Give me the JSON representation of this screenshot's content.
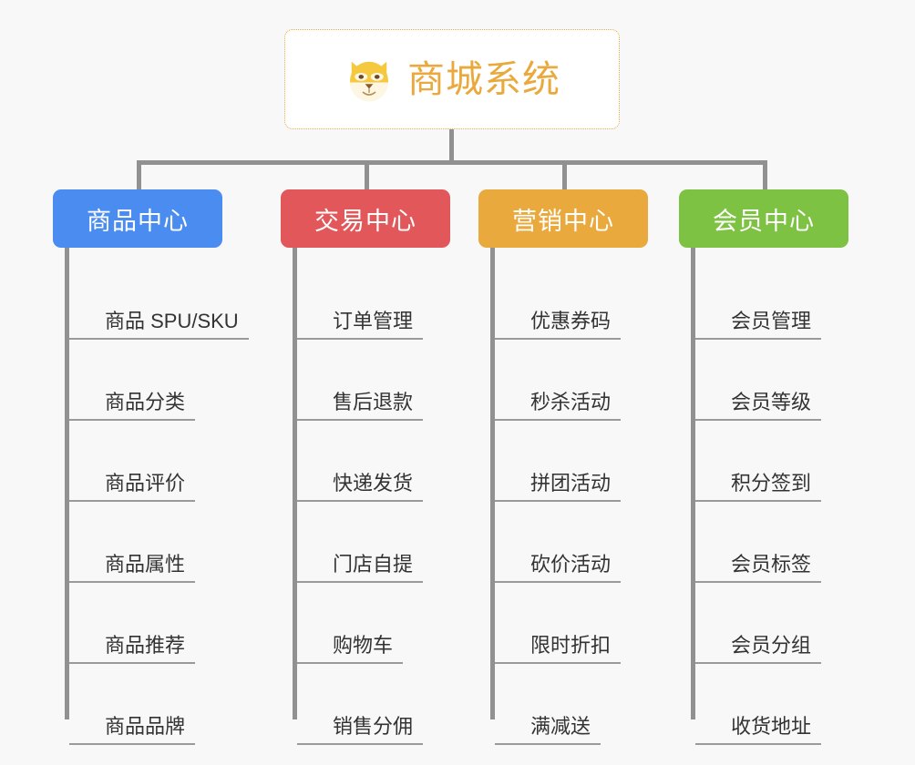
{
  "diagram": {
    "type": "mindmap-org-chart",
    "background_color": "#f8f8f8",
    "root": {
      "title": "商城系统",
      "icon": "shiba-dog-emoji",
      "title_color": "#e9a93c",
      "border_color": "#e9a93c",
      "border_style": "dotted"
    },
    "connector_color": "#919191",
    "categories": [
      {
        "label": "商品中心",
        "color": "#4a8cf0",
        "items": [
          "商品 SPU/SKU",
          "商品分类",
          "商品评价",
          "商品属性",
          "商品推荐",
          "商品品牌"
        ]
      },
      {
        "label": "交易中心",
        "color": "#e2585a",
        "items": [
          "订单管理",
          "售后退款",
          "快递发货",
          "门店自提",
          "购物车",
          "销售分佣"
        ]
      },
      {
        "label": "营销中心",
        "color": "#e9a93c",
        "items": [
          "优惠券码",
          "秒杀活动",
          "拼团活动",
          "砍价活动",
          "限时折扣",
          "满减送"
        ]
      },
      {
        "label": "会员中心",
        "color": "#7dc242",
        "items": [
          "会员管理",
          "会员等级",
          "积分签到",
          "会员标签",
          "会员分组",
          "收货地址"
        ]
      }
    ]
  }
}
